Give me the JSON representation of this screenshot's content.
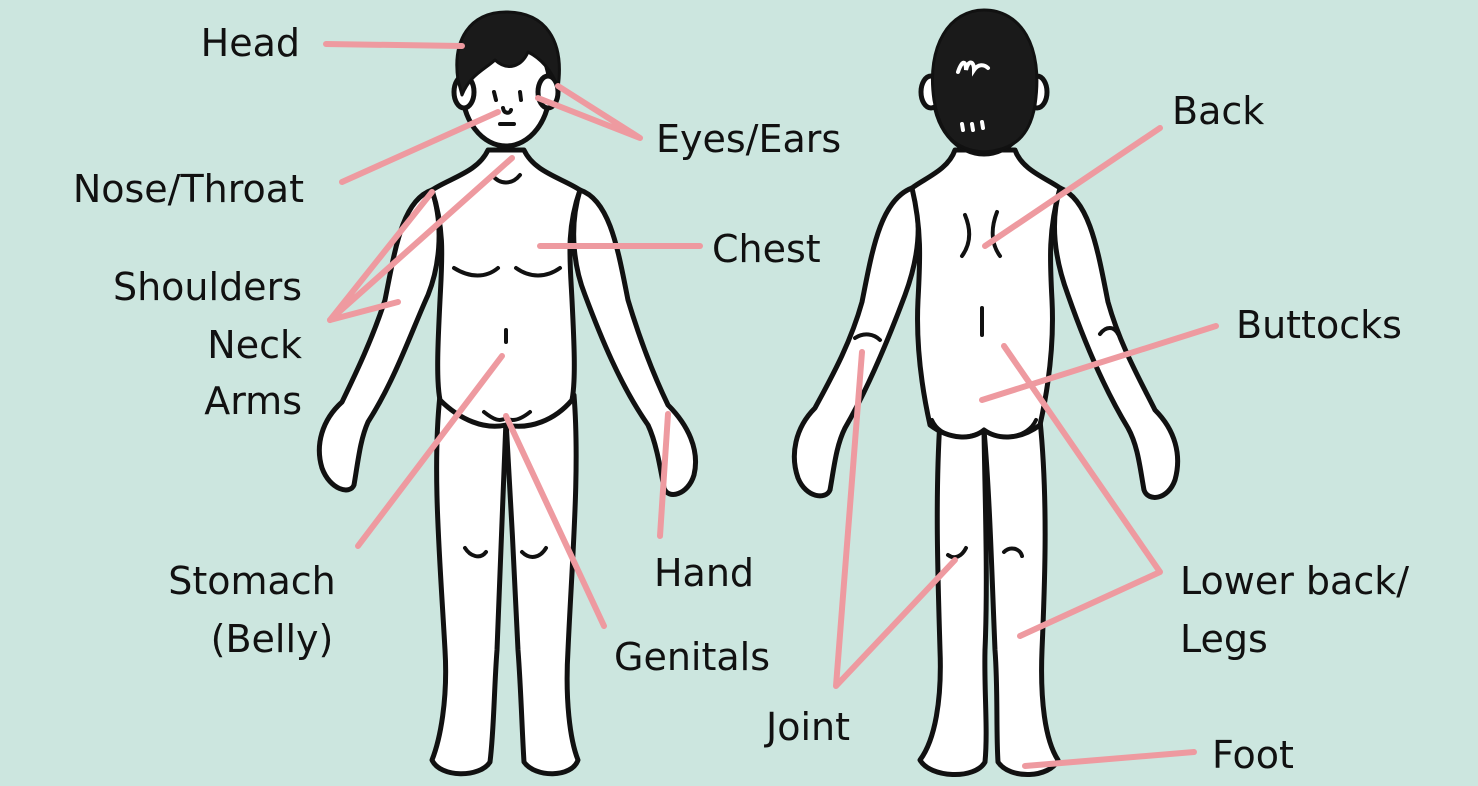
{
  "colors": {
    "background": "#cce6df",
    "leader": "#ee9aa0",
    "outline": "#111111",
    "hair": "#1a1a1a",
    "skin": "#ffffff"
  },
  "labels": {
    "head": "Head",
    "eyes_ears": "Eyes/Ears",
    "nose_throat": "Nose/Throat",
    "chest": "Chest",
    "shoulders": "Shoulders",
    "neck": "Neck",
    "arms": "Arms",
    "stomach": "Stomach",
    "belly": "(Belly)",
    "hand": "Hand",
    "genitals": "Genitals",
    "back": "Back",
    "buttocks": "Buttocks",
    "lower_back": "Lower back/",
    "legs": "Legs",
    "joint": "Joint",
    "foot": "Foot"
  }
}
